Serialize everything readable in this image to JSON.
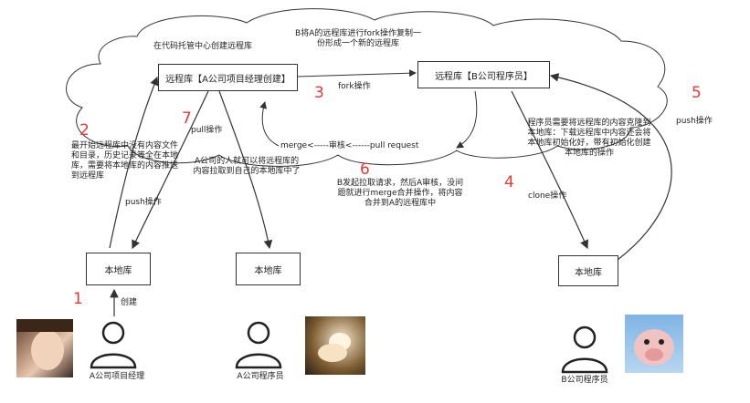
{
  "cloud": {
    "label_hosting": "在代码托管中心创建远程库",
    "label_fork_desc": "B将A的远程库进行fork操作复制一份形成一个新的远程库"
  },
  "boxes": {
    "remote_a": "远程库【A公司项目经理创建】",
    "remote_b": "远程库【B公司程序员】",
    "local_1": "本地库",
    "local_2": "本地库",
    "local_3": "本地库"
  },
  "steps": {
    "s1": "1",
    "s2": "2",
    "s3": "3",
    "s4": "4",
    "s5": "5",
    "s6": "6",
    "s7": "7"
  },
  "labels": {
    "fork_op": "fork操作",
    "pull_op": "pull操作",
    "push_op_left": "push操作",
    "push_op_right": "push操作",
    "clone_op": "clone操作",
    "create": "创建",
    "merge_line": "merge<-----审核<------pull request",
    "step2_desc": "最开始远程库中没有内容文件和目录，历史记录等全在本地库，需要将本地库的内容推送到远程库",
    "a_member_desc": "A公司的人就可以将远程库的内容拉取到自己的本地库中了",
    "step6_desc": "B发起拉取请求，然后A审核，没问题就进行merge合并操作，将内容合并到A的远程库中",
    "b_prog_desc": "程序员需要将远程库的内容克隆到本地库：下载远程库中内容还会将本地库初始化好，带有初始化创建本地库的操作"
  },
  "people": {
    "manager": "A公司项目经理",
    "a_programmer": "A公司程序员",
    "b_programmer": "B公司程序员"
  },
  "colors": {
    "step_number": "#e53935",
    "line": "#333333"
  }
}
